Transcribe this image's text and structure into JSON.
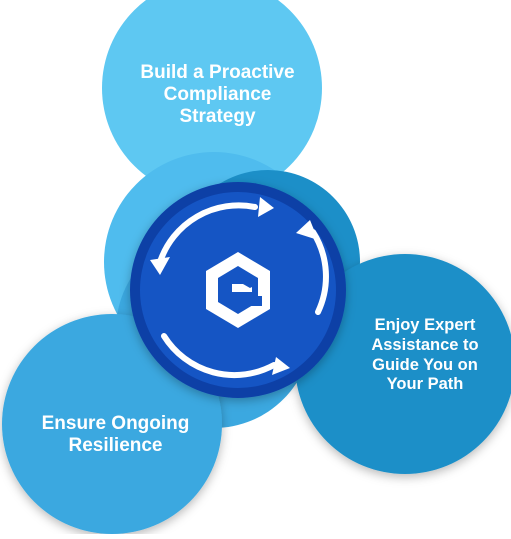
{
  "petals": {
    "top": {
      "line1": "Build a Proactive",
      "line2": "Compliance",
      "line3": "Strategy"
    },
    "right": {
      "line1": "Enjoy Expert",
      "line2": "Assistance to",
      "line3": "Guide You on",
      "line4": "Your Path"
    },
    "left": {
      "line1": "Ensure Ongoing",
      "line2": "Resilience"
    }
  },
  "colors": {
    "top_petal": "#5ec8f2",
    "right_petal": "#1c8fc8",
    "left_petal": "#3ba8e0",
    "center_ring": "#0d3fa6",
    "center_fill": "#1555c4",
    "text": "#ffffff"
  },
  "icons": {
    "center": "hexagon-logo-icon",
    "cycle": "circular-arrows-icon"
  }
}
